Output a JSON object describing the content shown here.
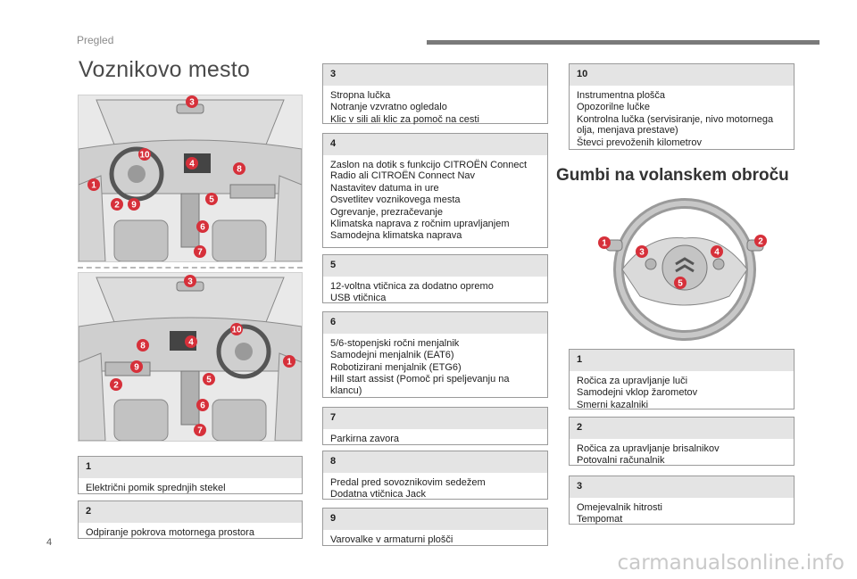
{
  "header": {
    "section": "Pregled"
  },
  "page_title": "Voznikovo mesto",
  "wheel_title": "Gumbi na volanskem obroču",
  "page_number": "4",
  "watermark": "carmanualsonline.info",
  "colors": {
    "marker_red": "#d6303a",
    "box_header": "#e4e4e4"
  },
  "figure_top": {
    "markers": [
      "3",
      "10",
      "4",
      "8",
      "1",
      "5",
      "2",
      "9",
      "6",
      "7"
    ]
  },
  "figure_bottom": {
    "markers": [
      "3",
      "10",
      "8",
      "4",
      "1",
      "9",
      "5",
      "2",
      "6",
      "7"
    ]
  },
  "figure_wheel": {
    "markers": [
      "1",
      "2",
      "3",
      "4",
      "5"
    ]
  },
  "boxes_left": [
    {
      "num": "1",
      "lines": [
        "Električni pomik sprednjih stekel"
      ]
    },
    {
      "num": "2",
      "lines": [
        "Odpiranje pokrova motornega prostora"
      ]
    }
  ],
  "boxes_middle": [
    {
      "num": "3",
      "lines": [
        "Stropna lučka",
        "Notranje vzvratno ogledalo",
        "Klic v sili ali klic za pomoč na cesti"
      ]
    },
    {
      "num": "4",
      "lines": [
        "Zaslon na dotik s funkcijo CITROËN Connect Radio ali CITROËN Connect Nav",
        "Nastavitev datuma in ure",
        "Osvetlitev voznikovega mesta",
        "Ogrevanje, prezračevanje",
        "Klimatska naprava z ročnim upravljanjem",
        "Samodejna klimatska naprava"
      ]
    },
    {
      "num": "5",
      "lines": [
        "12-voltna vtičnica za dodatno opremo",
        "USB vtičnica"
      ]
    },
    {
      "num": "6",
      "lines": [
        "5/6-stopenjski ročni menjalnik",
        "Samodejni menjalnik (EAT6)",
        "Robotizirani menjalnik (ETG6)",
        "Hill start assist (Pomoč pri speljevanju na klancu)"
      ]
    },
    {
      "num": "7",
      "lines": [
        "Parkirna zavora"
      ]
    },
    {
      "num": "8",
      "lines": [
        "Predal pred sovoznikovim sedežem",
        "Dodatna vtičnica Jack"
      ]
    },
    {
      "num": "9",
      "lines": [
        "Varovalke v armaturni plošči"
      ]
    }
  ],
  "boxes_right_top": [
    {
      "num": "10",
      "lines": [
        "Instrumentna plošča",
        "Opozorilne lučke",
        "Kontrolna lučka (servisiranje, nivo motornega olja, menjava prestave)",
        "Števci prevoženih kilometrov"
      ]
    }
  ],
  "boxes_right": [
    {
      "num": "1",
      "lines": [
        "Ročica za upravljanje luči",
        "Samodejni vklop žarometov",
        "Smerni kazalniki"
      ]
    },
    {
      "num": "2",
      "lines": [
        "Ročica za upravljanje brisalnikov",
        "Potovalni računalnik"
      ]
    },
    {
      "num": "3",
      "lines": [
        "Omejevalnik hitrosti",
        "Tempomat"
      ]
    }
  ]
}
